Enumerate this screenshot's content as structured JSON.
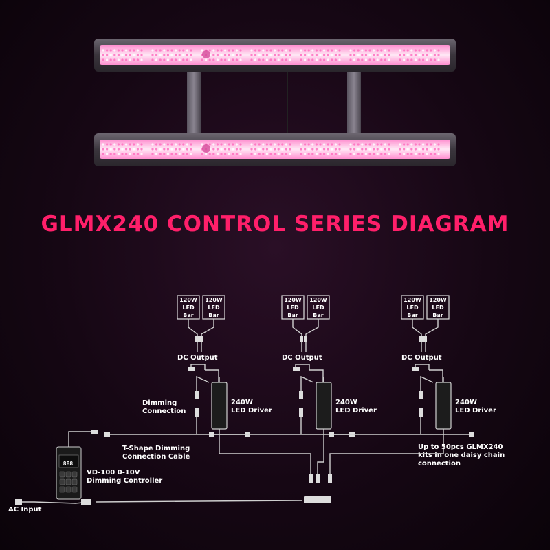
{
  "title": "GLMX240 CONTROL SERIES DIAGRAM",
  "colors": {
    "title": "#ff1f6a",
    "led_pink": "#ff9ed2",
    "led_white": "#ffe6f4",
    "line": "#cfcfcf",
    "background": "#160714"
  },
  "product": {
    "bars": 2,
    "diodes_pink": "pink",
    "hanging_posts": 2
  },
  "kits": [
    {
      "bar_labels": [
        "120W",
        "LED",
        "Bar"
      ],
      "bar_labels_2": [
        "120W",
        "LED",
        "Bar"
      ],
      "dc_output": "DC Output",
      "driver_label": [
        "240W",
        "LED Driver"
      ]
    },
    {
      "bar_labels": [
        "120W",
        "LED",
        "Bar"
      ],
      "bar_labels_2": [
        "120W",
        "LED",
        "Bar"
      ],
      "dc_output": "DC Output",
      "driver_label": [
        "240W",
        "LED Driver"
      ]
    },
    {
      "bar_labels": [
        "120W",
        "LED",
        "Bar"
      ],
      "bar_labels_2": [
        "120W",
        "LED",
        "Bar"
      ],
      "dc_output": "DC Output",
      "driver_label": [
        "240W",
        "LED Driver"
      ]
    }
  ],
  "labels": {
    "dimming_connection": "Dimming\nConnection",
    "t_shape": "T-Shape Dimming\nConnection Cable",
    "controller": "VD-100 0-10V\nDimming Controller",
    "ac_input": "AC Input",
    "daisy_chain": "Up to 50pcs GLMX240\nkits in one daisy chain\nconnection"
  },
  "controller_display": "888"
}
